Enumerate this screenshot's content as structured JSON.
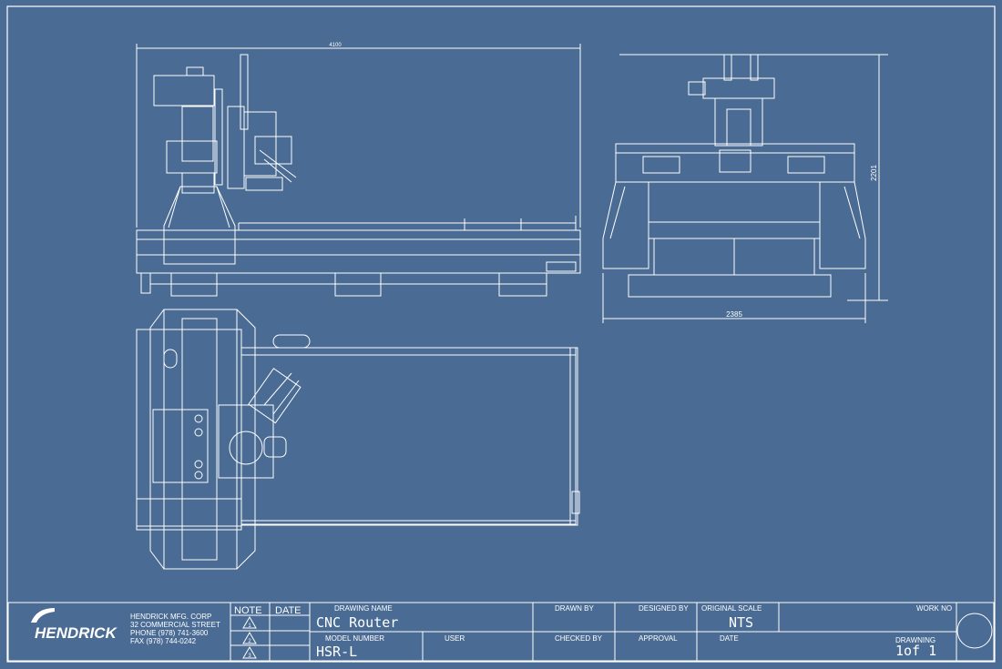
{
  "colors": {
    "background": "#4a6b93",
    "line": "#ffffff"
  },
  "dimensions": {
    "side_width": "4100",
    "end_height": "2201",
    "end_width": "2385"
  },
  "company": {
    "logo": "HENDRICK",
    "name": "HENDRICK MFG. CORP",
    "street": "32 COMMERCIAL STREET",
    "phone": "PHONE (978) 741-3600",
    "fax": "FAX (978) 744-0242"
  },
  "notes": {
    "note_header": "NOTE",
    "date_header": "DATE",
    "revision_icons": [
      "1",
      "2",
      "3"
    ]
  },
  "title_block": {
    "drawing_name_label": "DRAWING NAME",
    "drawing_name": "CNC Router",
    "model_number_label": "MODEL NUMBER",
    "model_number": "HSR-L",
    "user_label": "USER",
    "drawn_by_label": "DRAWN BY",
    "checked_by_label": "CHECKED BY",
    "designed_by_label": "DESIGNED BY",
    "approval_label": "APPROVAL",
    "original_scale_label": "ORIGINAL SCALE",
    "original_scale": "NTS",
    "date_label": "DATE",
    "work_no_label": "WORK NO",
    "drawning_label": "DRAWNING",
    "sheet": "1of 1"
  }
}
